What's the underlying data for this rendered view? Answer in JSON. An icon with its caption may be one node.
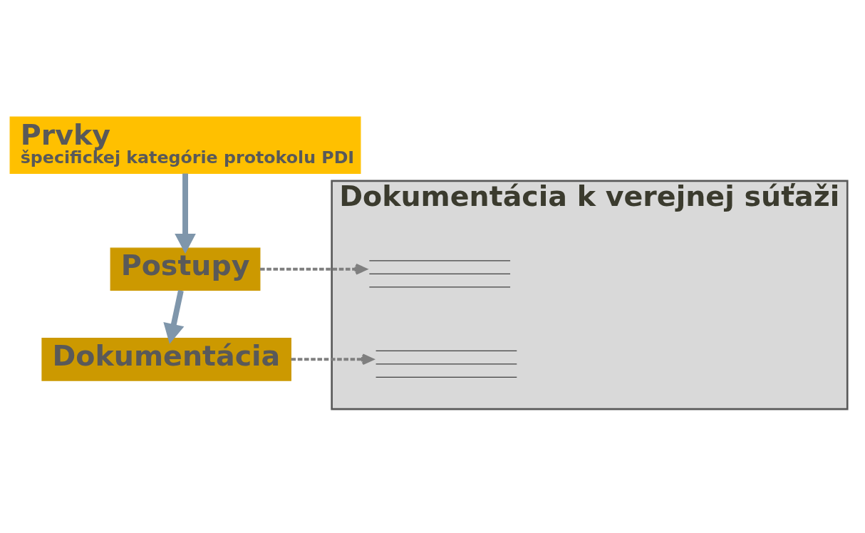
{
  "diagram": {
    "nodes": [
      {
        "text": [
          "Prvky",
          "špecifickej kategórie protokolu PDI"
        ]
      },
      {
        "text": [
          "Postupy"
        ]
      },
      {
        "text": [
          "Dokumentácia"
        ]
      },
      {
        "text": [
          "Dokumentácia k verejnej súťaži"
        ]
      },
      {
        "text": [],
        "shape": "lines",
        "in": 3
      },
      {
        "text": [],
        "shape": "lines",
        "in": 3
      }
    ],
    "edges": [
      {
        "from": 0,
        "to": 1,
        "arrow": "to",
        "style": "thick",
        "color": "#7f96ab"
      },
      {
        "from": 1,
        "to": 2,
        "arrow": "to",
        "style": "thick",
        "color": "#7f96ab"
      },
      {
        "from": 1,
        "to": 4,
        "arrow": "to",
        "style": "dashed",
        "color": "#7f7f7f"
      },
      {
        "from": 2,
        "to": 5,
        "arrow": "to",
        "style": "dashed",
        "color": "#7f7f7f"
      }
    ]
  }
}
